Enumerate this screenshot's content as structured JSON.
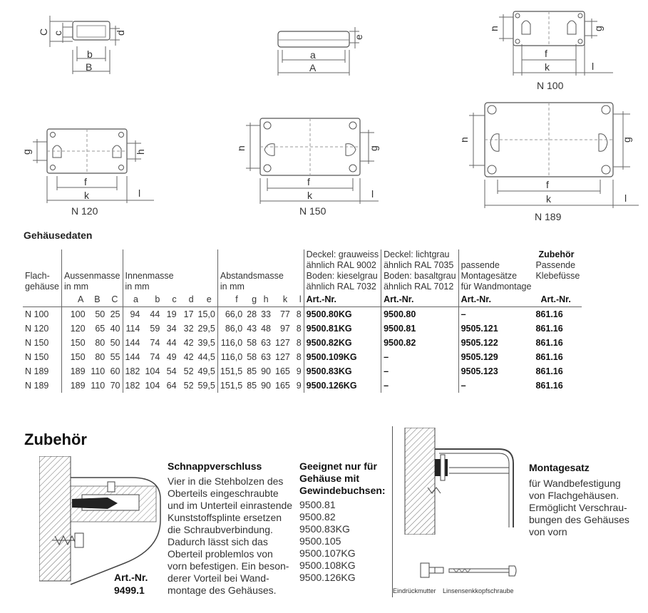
{
  "drawings": {
    "dims_c": "C",
    "dims_c2": "c",
    "dims_d": "d",
    "dims_b": "b",
    "dims_B": "B",
    "dims_a": "a",
    "dims_A": "A",
    "dims_e": "e",
    "dims_h": "h",
    "dims_g": "g",
    "dims_f": "f",
    "dims_k": "k",
    "dims_l": "l",
    "n100": "N 100",
    "n120": "N 120",
    "n150": "N 150",
    "n189": "N 189"
  },
  "table": {
    "section_title": "Gehäusedaten",
    "head": {
      "col1": [
        "Flach-",
        "gehäuse"
      ],
      "aussen": [
        "Aussenmasse",
        "in mm"
      ],
      "innen": [
        "Innenmasse",
        "in mm"
      ],
      "abstand": [
        "Abstandsmasse",
        "in mm"
      ],
      "grau": [
        "Deckel: grauweiss",
        "ähnlich RAL 9002",
        "Boden: kieselgrau",
        "ähnlich RAL 7032"
      ],
      "licht": [
        "Deckel: lichtgrau",
        "ähnlich RAL 7035",
        "Boden: basaltgrau",
        "ähnlich RAL 7012"
      ],
      "zubehoer": "Zubehör",
      "montage": [
        "passende",
        "Montagesätze",
        "für Wandmontage"
      ],
      "klebe": [
        "Passende",
        "Klebefüsse"
      ],
      "sub": [
        "A",
        "B",
        "C",
        "a",
        "b",
        "c",
        "d",
        "e",
        "f",
        "g",
        "h",
        "k",
        "l"
      ],
      "artnr": "Art.-Nr."
    },
    "rows": [
      [
        "N 100",
        "100",
        "50",
        "25",
        "94",
        "44",
        "19",
        "17",
        "15,0",
        "66,0",
        "28",
        "33",
        "77",
        "8",
        "9500.80KG",
        "9500.80",
        "–",
        "861.16"
      ],
      [
        "N 120",
        "120",
        "65",
        "40",
        "114",
        "59",
        "34",
        "32",
        "29,5",
        "86,0",
        "43",
        "48",
        "97",
        "8",
        "9500.81KG",
        "9500.81",
        "9505.121",
        "861.16"
      ],
      [
        "N 150",
        "150",
        "80",
        "50",
        "144",
        "74",
        "44",
        "42",
        "39,5",
        "116,0",
        "58",
        "63",
        "127",
        "8",
        "9500.82KG",
        "9500.82",
        "9505.122",
        "861.16"
      ],
      [
        "N 150",
        "150",
        "80",
        "55",
        "144",
        "74",
        "49",
        "42",
        "44,5",
        "116,0",
        "58",
        "63",
        "127",
        "8",
        "9500.109KG",
        "–",
        "9505.129",
        "861.16"
      ],
      [
        "N 189",
        "189",
        "110",
        "60",
        "182",
        "104",
        "54",
        "52",
        "49,5",
        "151,5",
        "85",
        "90",
        "165",
        "9",
        "9500.83KG",
        "–",
        "9505.123",
        "861.16"
      ],
      [
        "N 189",
        "189",
        "110",
        "70",
        "182",
        "104",
        "64",
        "52",
        "59,5",
        "151,5",
        "85",
        "90",
        "165",
        "9",
        "9500.126KG",
        "–",
        "–",
        "861.16"
      ]
    ]
  },
  "accessories": {
    "title": "Zubehör",
    "snap": {
      "title": "Schnappverschluss",
      "body": [
        "Vier in die Stehbolzen des",
        "Oberteils eingeschraubte",
        "und im Unterteil einrastende",
        "Kunststoffsplinte ersetzen",
        "die Schraubverbindung.",
        "Dadurch lässt sich das",
        "Oberteil problemlos von",
        "vorn befestigen. Ein beson-",
        "derer Vorteil bei Wand-",
        "montage des Gehäuses."
      ],
      "art_label": "Art.-Nr.",
      "art_nr": "9499.1"
    },
    "suitable": {
      "title": [
        "Geeignet nur für",
        "Gehäuse mit",
        "Gewindebuchsen:"
      ],
      "items": [
        "9500.81",
        "9500.82",
        "9500.83KG",
        "9500.105",
        "9500.107KG",
        "9500.108KG",
        "9500.126KG"
      ]
    },
    "mount": {
      "title": "Montagesatz",
      "body": [
        "für Wandbefestigung",
        "von Flachgehäusen.",
        "Ermöglicht Verschrau-",
        "bungen des Gehäuses",
        "von vorn"
      ],
      "label_nut": "Eindrückmutter",
      "label_screw": "Linsensenkkopfschraube"
    }
  }
}
